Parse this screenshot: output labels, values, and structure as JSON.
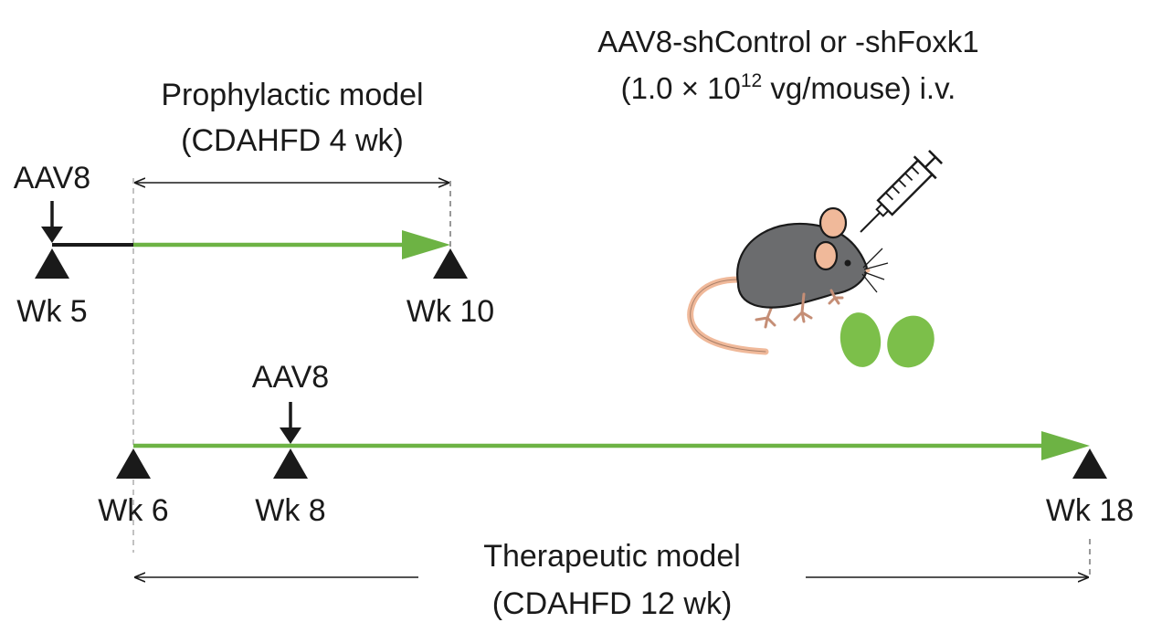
{
  "colors": {
    "green": "#6db344",
    "black": "#1a1a1a",
    "mouse_body": "#6b6c6e",
    "mouse_skin": "#f0b99a",
    "food": "#7cbf4a"
  },
  "icons": [
    "mouse-icon",
    "syringe-icon",
    "food-pellet-icon"
  ],
  "injection": {
    "line1": "AAV8-shControl or -shFoxk1",
    "line2_pre": "(1.0 × 10",
    "line2_exp": "12",
    "line2_post": " vg/mouse) i.v."
  },
  "prophylactic": {
    "title": "Prophylactic model",
    "duration": "(CDAHFD 4 wk)",
    "injection_label": "AAV8",
    "start_label": "Wk 5",
    "end_label": "Wk 10"
  },
  "therapeutic": {
    "title": "Therapeutic model",
    "duration": "(CDAHFD 12 wk)",
    "injection_label": "AAV8",
    "start_label": "Wk 6",
    "injection_week_label": "Wk 8",
    "end_label": "Wk 18"
  }
}
